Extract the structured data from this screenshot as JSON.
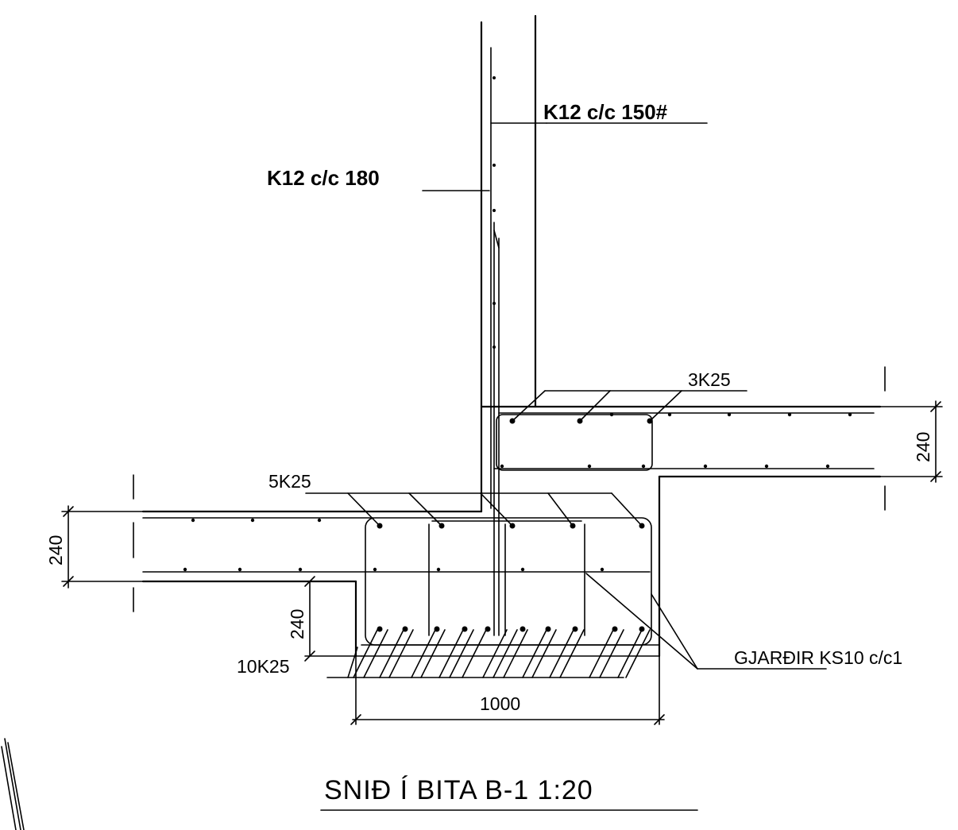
{
  "labels": {
    "wall_inner_rebar": "K12 c/c 150#",
    "wall_outer_rebar": "K12 c/c 180",
    "top_slab_bars": "3K25",
    "beam_top_bars": "5K25",
    "bottom_bars": "10K25",
    "stirrups": "GJARÐIR KS10 c/c1",
    "dim_right": "240",
    "dim_left": "240",
    "dim_beam_lower": "240",
    "dim_width": "1000",
    "title": "SNIÐ Í BITA B-1 1:20"
  }
}
